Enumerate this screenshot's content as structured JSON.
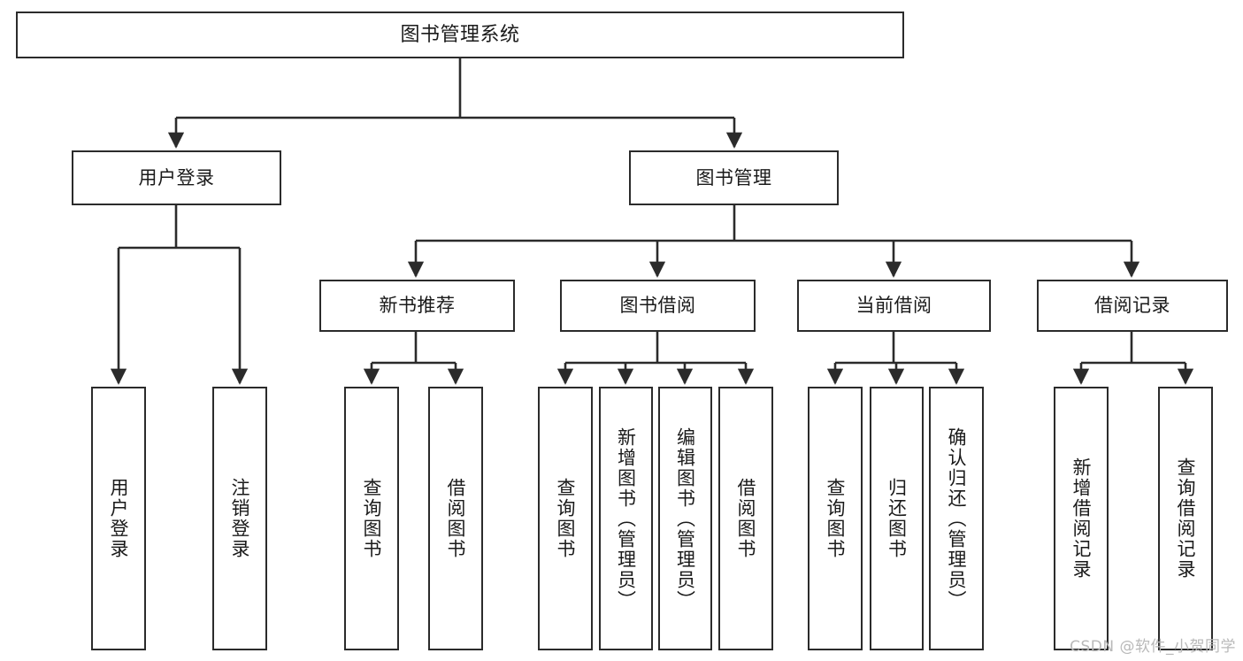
{
  "diagram": {
    "title": "图书管理系统",
    "type": "tree-hierarchy",
    "orientation": "top-down",
    "colors": {
      "node_border": "#2b2b2b",
      "node_fill": "#ffffff",
      "edge": "#2b2b2b",
      "text": "#1a1a1a",
      "watermark": "#b9b9b9",
      "background": "#ffffff"
    }
  },
  "nodes": {
    "root": {
      "label": "图书管理系统"
    },
    "level2": [
      {
        "id": "user-login",
        "label": "用户登录"
      },
      {
        "id": "book-manage",
        "label": "图书管理"
      }
    ],
    "level3": [
      {
        "id": "new-book-recommend",
        "label": "新书推荐"
      },
      {
        "id": "book-borrow",
        "label": "图书借阅"
      },
      {
        "id": "current-borrow",
        "label": "当前借阅"
      },
      {
        "id": "borrow-record",
        "label": "借阅记录"
      }
    ],
    "leaves": {
      "user_login": [
        {
          "id": "leaf-user-login",
          "label": "用户登录"
        },
        {
          "id": "leaf-logout-login",
          "label": "注销登录"
        }
      ],
      "new_book_recommend": [
        {
          "id": "leaf-query-book-1",
          "label": "查询图书"
        },
        {
          "id": "leaf-borrow-book-1",
          "label": "借阅图书"
        }
      ],
      "book_borrow": [
        {
          "id": "leaf-query-book-2",
          "label": "查询图书"
        },
        {
          "id": "leaf-add-book",
          "label": "新增图书（管理员）"
        },
        {
          "id": "leaf-edit-book",
          "label": "编辑图书（管理员）"
        },
        {
          "id": "leaf-borrow-book-2",
          "label": "借阅图书"
        }
      ],
      "current_borrow": [
        {
          "id": "leaf-query-book-3",
          "label": "查询图书"
        },
        {
          "id": "leaf-return-book",
          "label": "归还图书"
        },
        {
          "id": "leaf-confirm-return",
          "label": "确认归还（管理员）"
        }
      ],
      "borrow_record": [
        {
          "id": "leaf-add-record",
          "label": "新增借阅记录"
        },
        {
          "id": "leaf-query-record",
          "label": "查询借阅记录"
        }
      ]
    }
  },
  "watermark": {
    "text": "CSDN @软件_小贺同学"
  }
}
